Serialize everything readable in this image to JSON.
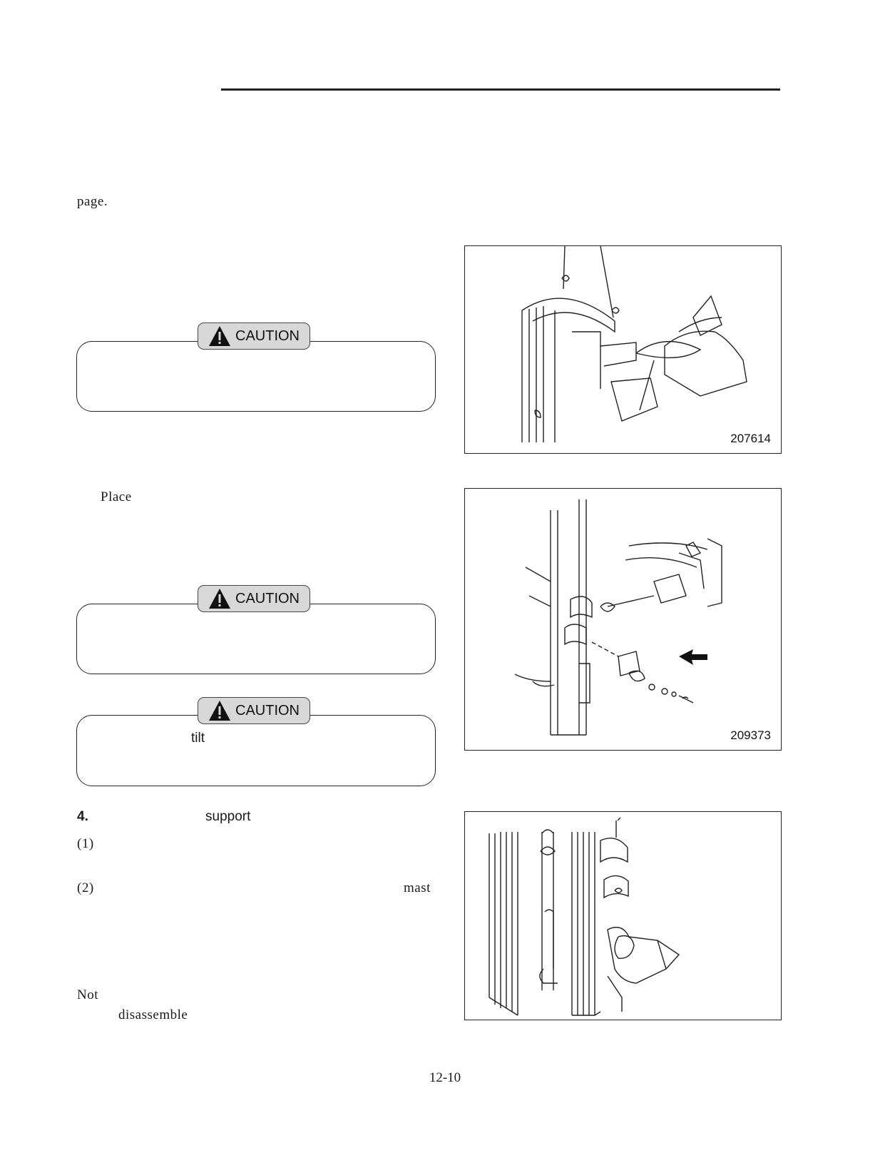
{
  "page": {
    "header_rule": "",
    "fragment_page": "page.",
    "fragment_place": "Place",
    "caution_label": "CAUTION",
    "caution3_word": "tilt",
    "step4_number": "4.",
    "step4_word": "support",
    "item1_marker": "(1)",
    "item2_marker": "(2)",
    "item2_word": "mast",
    "note_fragment": "Not",
    "note_word": "disassemble",
    "page_number": "12-10"
  },
  "figures": [
    {
      "id": "207614"
    },
    {
      "id": "209373"
    },
    {
      "id": ""
    }
  ]
}
